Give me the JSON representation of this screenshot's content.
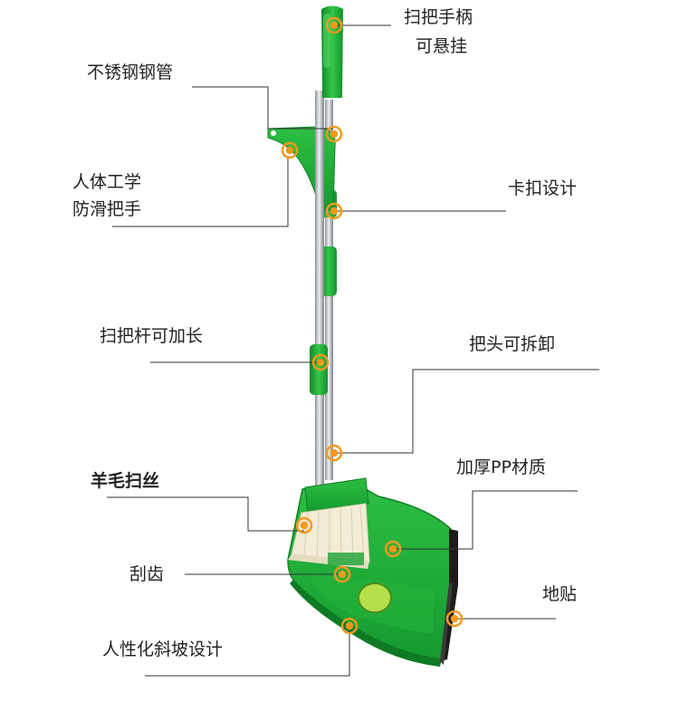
{
  "labels": {
    "handle": "扫把手柄",
    "hangable": "可悬挂",
    "steel_pipe": "不锈钢钢管",
    "ergo_1": "人体工学",
    "ergo_2": "防滑把手",
    "clip": "卡扣设计",
    "extendable": "扫把杆可加长",
    "removable_head": "把头可拆卸",
    "thick_pp": "加厚PP材质",
    "bristles": "羊毛扫丝",
    "comb_teeth": "刮齿",
    "floor_strip": "地贴",
    "slope": "人性化斜坡设计"
  },
  "colors": {
    "green": "#1aa336",
    "green_light": "#3ccc4e",
    "green_dark": "#0f7f26",
    "steel": "#bfc3c6",
    "marker": "#f39a1e",
    "leader_line": "#333333",
    "bristle": "#f3ecd6",
    "rubber": "#2a2a2a"
  }
}
